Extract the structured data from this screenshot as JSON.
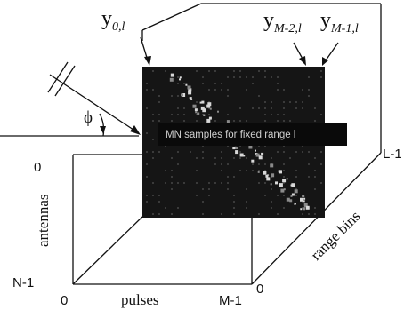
{
  "labels": {
    "y01": {
      "base": "y",
      "sub": "0,l"
    },
    "yM2": {
      "base": "y",
      "sub": "M-2,l"
    },
    "yM1": {
      "base": "y",
      "sub": "M-1,l"
    },
    "phi": "ϕ",
    "panel_caption": "MN samples for fixed range l",
    "antennas": "antennas",
    "pulses": "pulses",
    "range_bins": "range bins",
    "antenna_top": "0",
    "antenna_bottom": "N-1",
    "pulse_left": "0",
    "pulse_right": "M-1",
    "range_near": "0",
    "range_far": "L-1"
  },
  "colors": {
    "panel": "#151515",
    "sample_light": "#d8d8d8",
    "caption_box": "#0a0a0a"
  }
}
